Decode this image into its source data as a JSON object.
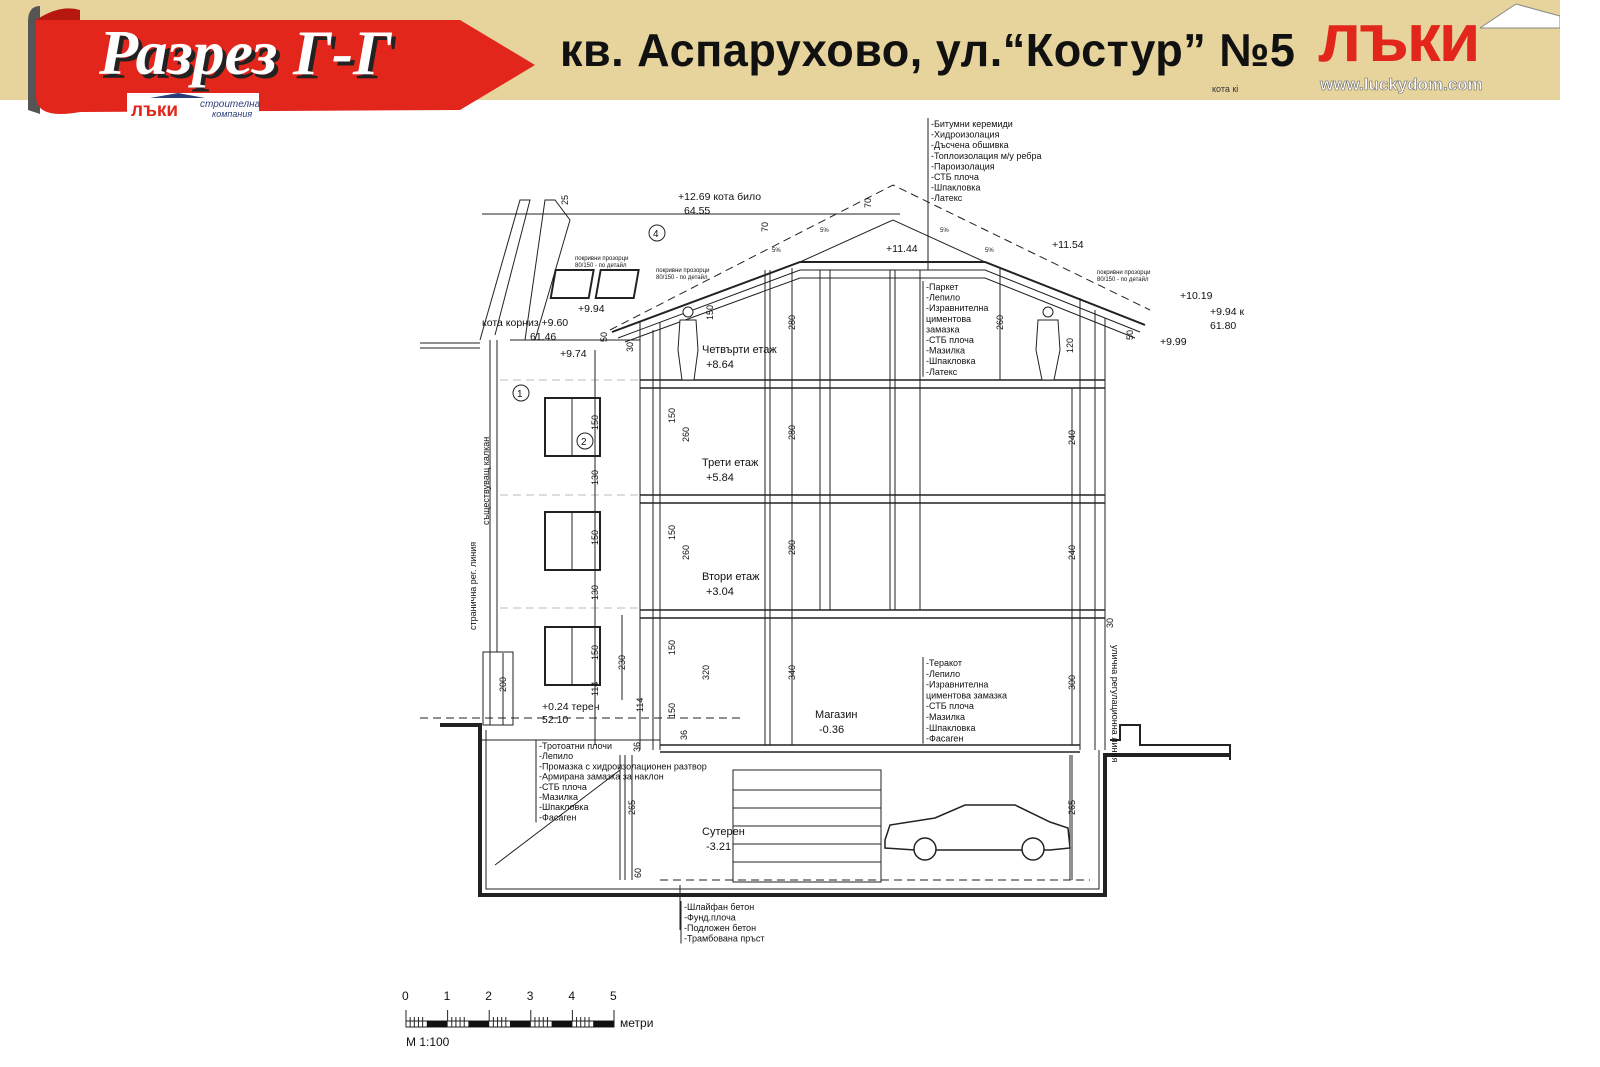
{
  "header": {
    "section_title": "Разрез Г-Г",
    "small_logo_brand": "лъки",
    "small_logo_sub1": "строителна",
    "small_logo_sub2": "компания",
    "address": "кв. Аспарухово, ул.“Костур” №5",
    "small_note": "кота кі",
    "brand": "лъки",
    "url": "www.luckydom.com",
    "colors": {
      "band": "#e6d49c",
      "banner_red": "#e2261c",
      "brand_red": "#e2261c"
    }
  },
  "drawing": {
    "levels": {
      "ridge": "+12.69 кота било",
      "ridge_abs": "64.55",
      "top_left": "+11.44",
      "top_right": "+11.54",
      "eave_right": "+10.19",
      "eave_right2": "+9.94 к",
      "eave_right_abs": "61.80",
      "eave_right_low": "+9.99",
      "cornice": "кота корниз +9.60",
      "cornice_abs": "61.46",
      "eave_left": "+9.94",
      "eave_left_low": "+9.74",
      "terrain": "+0.24 терен",
      "terrain_abs": "52.10"
    },
    "floors": [
      {
        "name": "Четвърти етаж",
        "level": "+8.64"
      },
      {
        "name": "Трети етаж",
        "level": "+5.84"
      },
      {
        "name": "Втори етаж",
        "level": "+3.04"
      },
      {
        "name": "Магазин",
        "level": "-0.36"
      },
      {
        "name": "Сутерен",
        "level": "-3.21"
      }
    ],
    "roof_layers": [
      "-Битумни керемиди",
      "-Хидроизолация",
      "-Дъсчена обшивка",
      "-Топлоизолация м/у ребра",
      "-Пароизолация",
      "-СТБ плоча",
      "-Шпакловка",
      "-Латекс"
    ],
    "floor_layers": [
      "-Паркет",
      "-Лепило",
      "-Изравнителна",
      " циментова",
      " замазка",
      "-СТБ плоча",
      "-Мазилка",
      "-Шпакловка",
      "-Латекс"
    ],
    "shop_layers": [
      "-Теракот",
      "-Лепило",
      "-Изравнителна",
      " циментова замазка",
      "-СТБ плоча",
      "-Мазилка",
      "-Шпакловка",
      "-Фасаген"
    ],
    "sidewalk_layers": [
      "-Тротоатни плочи",
      "-Лепило",
      "-Промазка с хидроизолационен разтвор",
      "-Армирана замазка за наклон",
      "-СТБ плоча",
      "-Мазилка",
      "-Шпакловка",
      "-Фасаген"
    ],
    "foundation_layers": [
      "-Шлайфан бетон",
      "-Фунд.плоча",
      "-Подложен бетон",
      "-Трамбована пръст"
    ],
    "callouts": [
      "1",
      "2",
      "4"
    ],
    "vertical_notes": {
      "party_wall": "съществуващ калкан",
      "side_line": "странична рег. линия",
      "street_line": "улична регулационна линия"
    },
    "roof_window_note_1": "покривни прозорци",
    "roof_window_note_2": "80/150 - по детайл",
    "slope": "5%",
    "dimensions": [
      "280",
      "280",
      "280",
      "340",
      "260",
      "240",
      "240",
      "300",
      "265",
      "265",
      "150",
      "130",
      "150",
      "130",
      "150",
      "114",
      "200",
      "230",
      "114",
      "150",
      "260",
      "150",
      "260",
      "150",
      "320",
      "150",
      "36",
      "36",
      "60",
      "30",
      "50",
      "50",
      "70",
      "70",
      "120",
      "150",
      "25",
      "30"
    ]
  },
  "scale_bar": {
    "ticks": [
      "0",
      "1",
      "2",
      "3",
      "4",
      "5"
    ],
    "unit": "метри",
    "scale": "М 1:100"
  }
}
